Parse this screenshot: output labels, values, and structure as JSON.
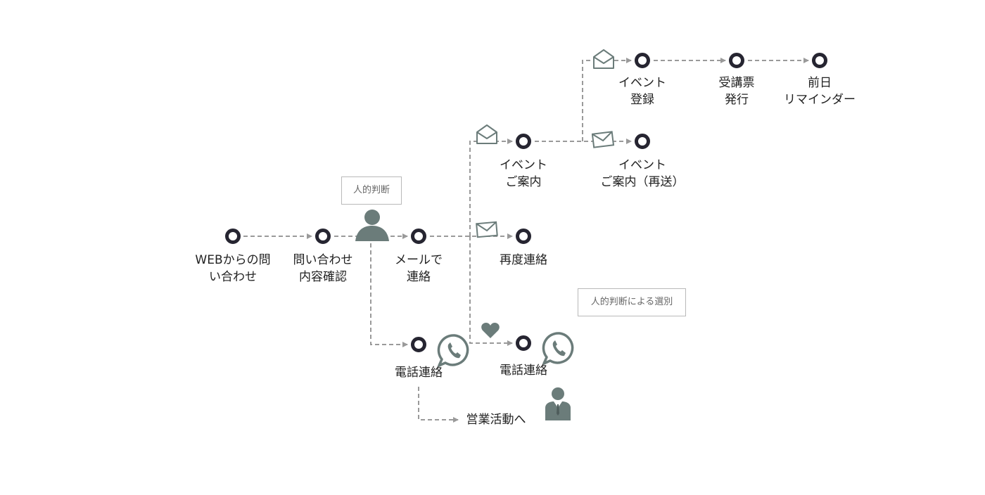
{
  "nodes": {
    "web_inquiry": [
      "WEBからの問",
      "い合わせ"
    ],
    "inquiry_check": [
      "問い合わせ",
      "内容確認"
    ],
    "mail_contact": [
      "メールで",
      "連絡"
    ],
    "event_guide": [
      "イベント",
      "ご案内"
    ],
    "event_guide_resend": [
      "イベント",
      "ご案内（再送）"
    ],
    "event_register": [
      "イベント",
      "登録"
    ],
    "ticket_issue": [
      "受講票",
      "発行"
    ],
    "day_before_reminder": [
      "前日",
      "リマインダー"
    ],
    "recontact": [
      "再度連絡"
    ],
    "phone_contact_1": [
      "電話連絡"
    ],
    "phone_contact_2": [
      "電話連絡"
    ]
  },
  "to_sales": "営業活動へ",
  "notes": {
    "human_judgment": "人的判断",
    "selection_by_judgment": "人的判断による選別"
  },
  "colors": {
    "node_ring": "#262531",
    "connector": "#9a9a9a",
    "icon": "#6b7c7a"
  },
  "icons": [
    "person-icon",
    "envelope-open-icon",
    "envelope-icon",
    "heart-icon",
    "phone-chat-icon",
    "businessman-icon"
  ]
}
